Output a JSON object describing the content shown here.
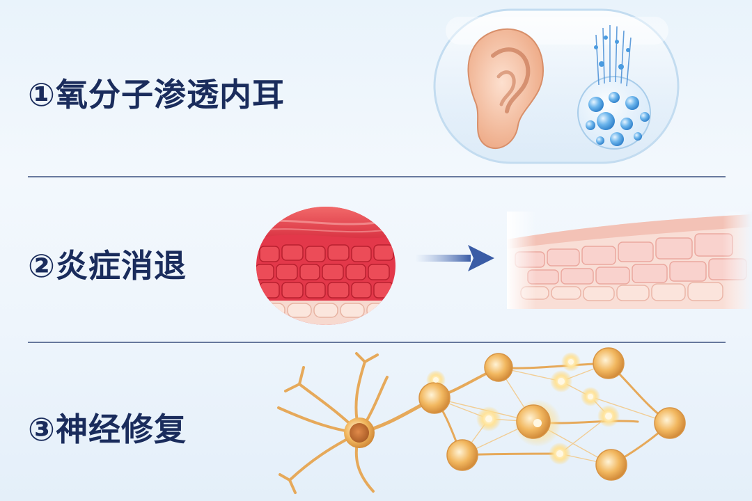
{
  "steps": [
    {
      "label": "①氧分子渗透内耳",
      "illustration": "ear-oxygen-capsule"
    },
    {
      "label": "②炎症消退",
      "illustration": "inflamed-to-healthy-tissue"
    },
    {
      "label": "③神经修复",
      "illustration": "neuron-network"
    }
  ],
  "colors": {
    "label_text": "#1a2c5c",
    "divider": "#3a4f7e",
    "inflamed_tissue": "#e3384a",
    "healthy_tissue": "#f6c9c2",
    "neuron": "#e8a94e",
    "bubble": "#4a9be0"
  }
}
